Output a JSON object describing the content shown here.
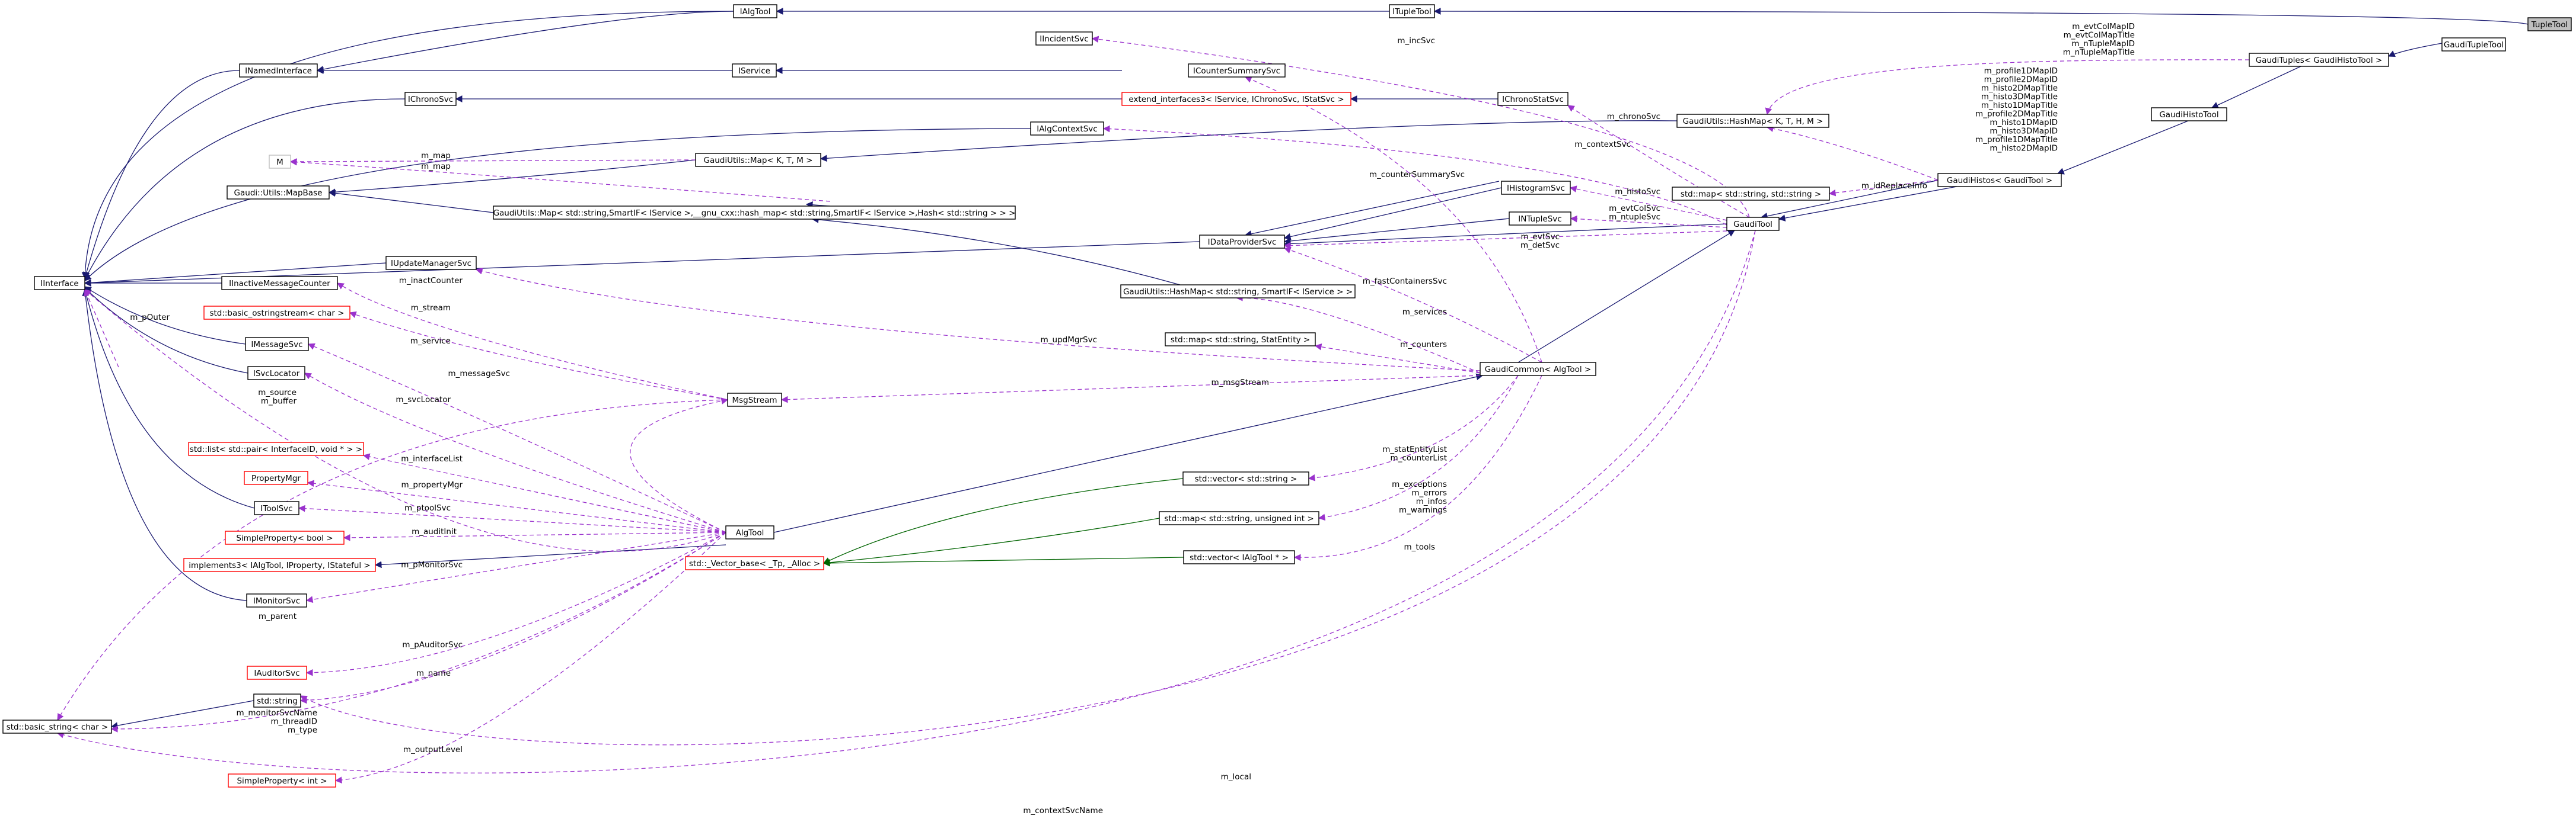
{
  "colors": {
    "node_fill": "#ffffff",
    "node_border": "#000000",
    "node_border_incomplete": "#ff0000",
    "node_border_unresolved": "#bfbfbf",
    "highlight_fill": "#bfbfbf",
    "inheritance_edge": "#191970",
    "usage_edge": "#9a32cd",
    "template_edge": "#006400"
  },
  "nodes": {
    "tupletool": "TupleTool",
    "gauditupletool": "GaudiTupleTool",
    "ituple_tool": "ITupleTool",
    "ialgtool": "IAlgTool",
    "iincidentsvc": "IIncidentSvc",
    "inamedinterface": "INamedInterface",
    "iservice": "IService",
    "icountersummarysvc": "ICounterSummarySvc",
    "ichronosvc": "IChronoSvc",
    "extend_interfaces3": "extend_interfaces3< IService, IChronoSvc, IStatSvc >",
    "ichronostatsvc": "IChronoStatSvc",
    "gauditupleshisto": "GaudiTuples< GaudiHistoTool >",
    "gaudihistotool": "GaudiHistoTool",
    "ialgcontextsvc": "IAlgContextSvc",
    "hashmap_kthm": "GaudiUtils::HashMap< K, T, H, M >",
    "m": "M",
    "map_ktm": "GaudiUtils::Map< K, T, M >",
    "mapbase": "Gaudi::Utils::MapBase",
    "map_string_service": "GaudiUtils::Map< std::string,SmartIF< IService >,__gnu_cxx::hash_map< std::string,SmartIF< IService >,Hash< std::string > > >",
    "gaudihistos": "GaudiHistos< GaudiTool >",
    "map_string_string": "std::map< std::string, std::string >",
    "ihistogramsvc": "IHistogramSvc",
    "intuplesvc": "INTupleSvc",
    "gauditool": "GaudiTool",
    "idataprovidersvc": "IDataProviderSvc",
    "iinterface": "IInterface",
    "iupdatemanagersvc": "IUpdateManagerSvc",
    "iinactivemessagecounter": "IInactiveMessageCounter",
    "hashmap_string_service": "GaudiUtils::HashMap< std::string, SmartIF< IService > >",
    "basic_ostringstream": "std::basic_ostringstream< char >",
    "map_string_statentity": "std::map< std::string, StatEntity >",
    "imessagesvc": "IMessageSvc",
    "gaudicommon": "GaudiCommon< AlgTool >",
    "isvclocator": "ISvcLocator",
    "msgstream": "MsgStream",
    "list_pair": "std::list< std::pair< InterfaceID, void * > >",
    "propertymgr": "PropertyMgr",
    "vector_string": "std::vector< std::string >",
    "itoolsvc": "IToolSvc",
    "algtool": "AlgTool",
    "map_string_uint": "std::map< std::string, unsigned int >",
    "simpleproperty_bool": "SimpleProperty< bool >",
    "implements3": "implements3< IAlgTool, IProperty, IStateful >",
    "vector_base": "std::_Vector_base< _Tp, _Alloc >",
    "vector_ialgtool": "std::vector< IAlgTool * >",
    "imonitorsvc": "IMonitorSvc",
    "iauditorsvc": "IAuditorSvc",
    "std_string": "std::string",
    "basic_string": "std::basic_string< char >",
    "simpleproperty_int": "SimpleProperty< int >"
  },
  "edge_labels": {
    "evtcol": [
      "m_evtColMapID",
      "m_evtColMapTitle",
      "m_nTupleMapID",
      "m_nTupleMapTitle"
    ],
    "incsvc": "m_incSvc",
    "chronosvc": "m_chronoSvc",
    "histomaps": [
      "m_profile1DMapID",
      "m_profile2DMapID",
      "m_histo2DMapTitle",
      "m_histo3DMapTitle",
      "m_histo1DMapTitle",
      "m_profile2DMapTitle",
      "m_histo1DMapID",
      "m_histo3DMapID",
      "m_profile1DMapTitle",
      "m_histo2DMapID"
    ],
    "countersummarysvc": "m_counterSummarySvc",
    "contextsvc": "m_contextSvc",
    "map1": "m_map",
    "map2": "m_map",
    "histosvc": "m_histoSvc",
    "idreplaceinfo": "m_idReplaceInfo",
    "evtcolsvc": [
      "m_evtColSvc",
      "m_ntupleSvc"
    ],
    "evtsvc": [
      "m_evtSvc",
      "m_detSvc"
    ],
    "inactcounter": "m_inactCounter",
    "fastcontainerssvc": "m_fastContainersSvc",
    "stream": "m_stream",
    "poutter": "m_pOuter",
    "services": "m_services",
    "service": "m_service",
    "updmgrsvc": "m_updMgrSvc",
    "counters": "m_counters",
    "messagesvc": "m_messageSvc",
    "msgstream": "m_msgStream",
    "source_buffer": [
      "m_source",
      "m_buffer"
    ],
    "svclocator": "m_svcLocator",
    "interfacelist": "m_interfaceList",
    "statentitylist": [
      "m_statEntityList",
      "m_counterList"
    ],
    "propertymgr": "m_propertyMgr",
    "exceptions": [
      "m_exceptions",
      "m_errors",
      "m_infos",
      "m_warnings"
    ],
    "ptoolsvc": "m_ptoolSvc",
    "auditinit": "m_auditInit",
    "pmonitorsvc": "m_pMonitorSvc",
    "tools": "m_tools",
    "parent": "m_parent",
    "pauditorsvc": "m_pAuditorSvc",
    "name": "m_name",
    "monitorsvcname": [
      "m_monitorSvcName",
      "m_threadID",
      "m_type"
    ],
    "outputlevel": "m_outputLevel",
    "local": "m_local",
    "contextsvcname": "m_contextSvcName"
  }
}
